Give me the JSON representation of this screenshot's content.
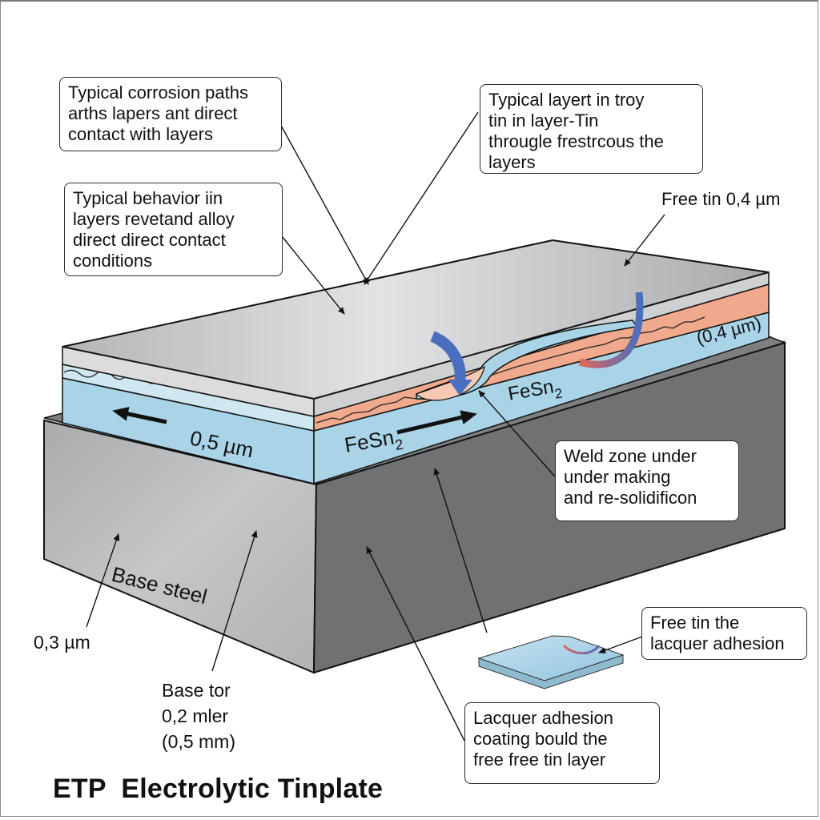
{
  "title": "ETP  Electrolytic Tinplate",
  "colors": {
    "tin_top": "#c9cbcd",
    "tin_side": "#dcdcdc",
    "alloy_light": "#cfe7f1",
    "fesn2_layer": "#a9d4e8",
    "orange_layer": "#f0a98c",
    "steel_front": "#b9bbbd",
    "steel_side": "#6f7173",
    "steel_top": "#7d7f81",
    "arrow_blue": "#4a6fbf",
    "arrow_red": "#e0665a"
  },
  "callouts": {
    "corrosion_paths": "Typical corrosion paths\narths lapers ant direct\ncontact with layers",
    "behavior_layers": "Typical behavior iin\nlayers revetand alloy\ndirect direct contact\nconditions",
    "tin_layer": "Typical layert in troy\ntin in layer-Tin\nthrougle frestrcous the\nlayers",
    "weld_zone": "Weld zone under\nunder making\nand re-solidificon",
    "free_tin_lacquer": "Free tin the\nlacquer adhesion",
    "lacquer_adhesion": "Lacquer adhesion\ncoating bould the\nfree free tin layer"
  },
  "labels": {
    "free_tin": "Free tin  0,4 µm",
    "thickness_04": "(0,4 µm)",
    "thickness_05": "0,5 µm",
    "fesn2_left": "FeSn",
    "fesn2_right": "FeSn",
    "subscript": "2",
    "base_steel": "Base steel",
    "thickness_03": "0,3 µm",
    "base_tor": "Base tor\n 0,2 mler\n(0,5 mm)"
  }
}
